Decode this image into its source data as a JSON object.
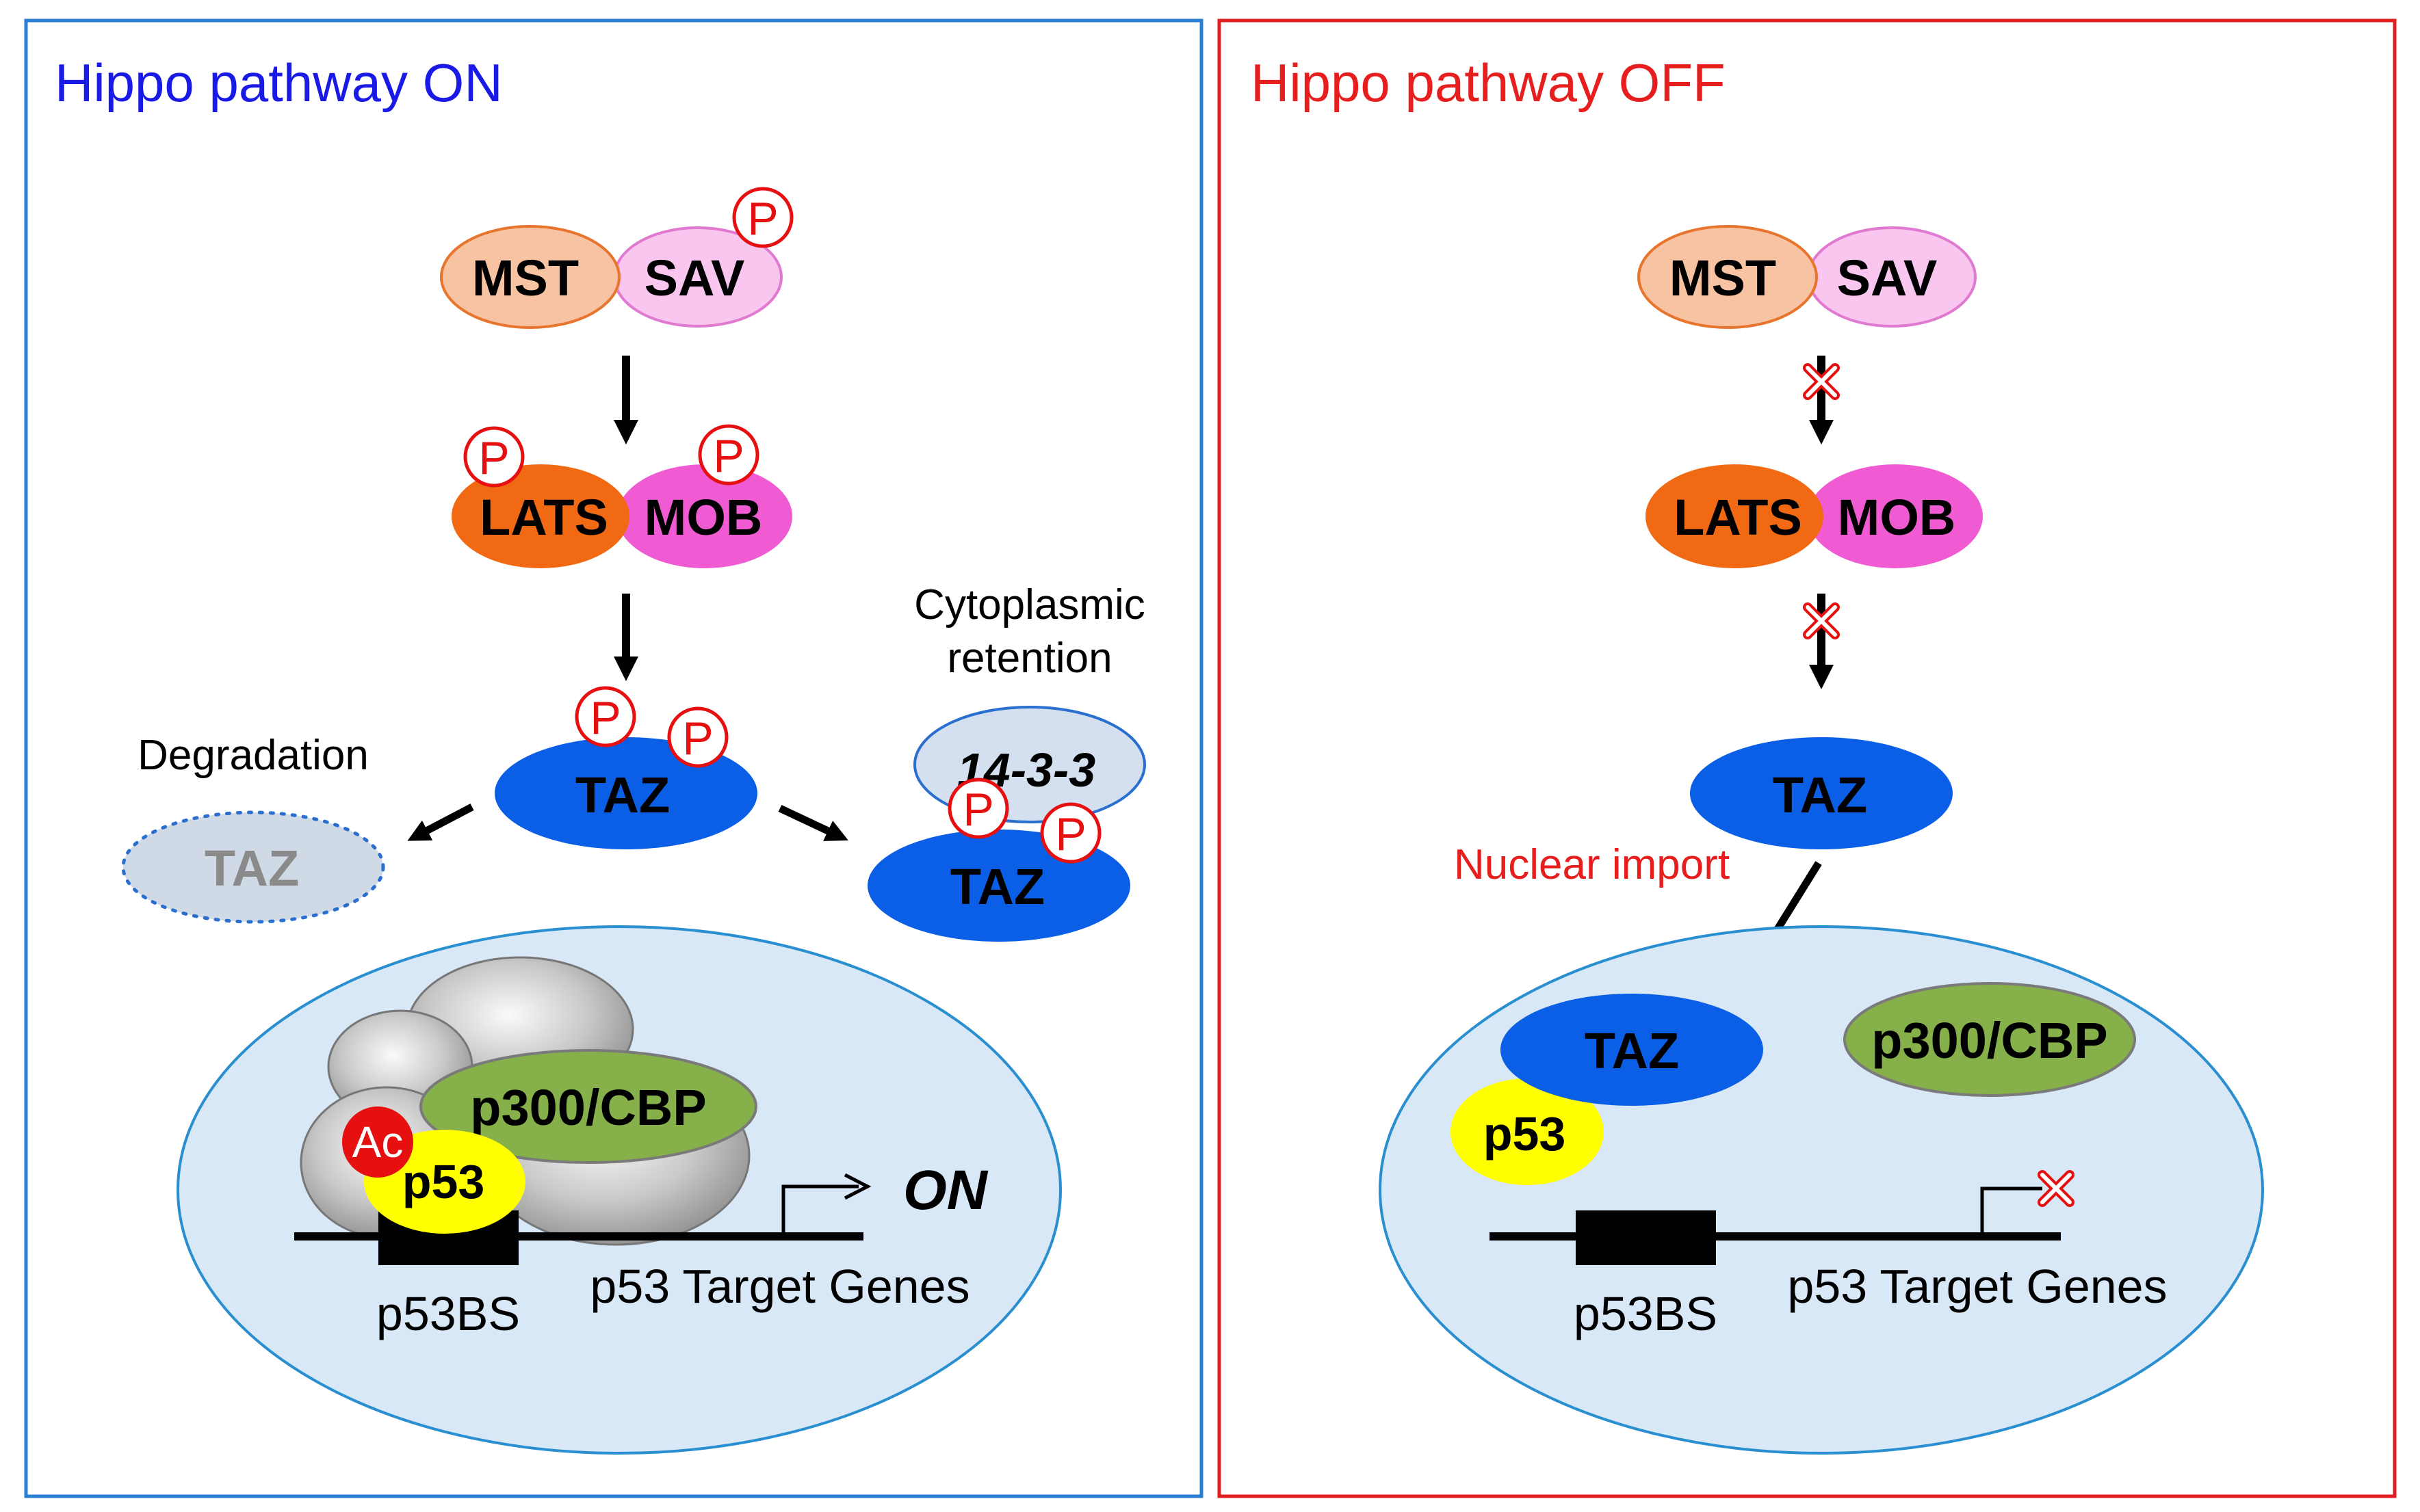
{
  "colors": {
    "on_accent": "#1a1ae6",
    "off_accent": "#e61e1e",
    "on_border": "#2a7fd4",
    "off_border": "#e02020",
    "mst": "#f8c3a2",
    "sav": "#f9c6f0",
    "lats": "#f16a13",
    "mob": "#f05ad2",
    "taz": "#0a5fe6",
    "taz_degraded": "#cfdae6",
    "p14_3_3": "#d4e0f0",
    "nucleus": "#d8e8f6",
    "p300": "#86b04a",
    "p53": "#ffff00",
    "ac": "#e61010",
    "phospho": "#e61010"
  },
  "panel_on": {
    "title": "Hippo pathway ON",
    "mst": "MST",
    "sav": "SAV",
    "lats": "LATS",
    "mob": "MOB",
    "taz": "TAZ",
    "phospho": "P",
    "degradation": "Degradation",
    "taz_degraded": "TAZ",
    "cytoplasmic_line1": "Cytoplasmic",
    "cytoplasmic_line2": "retention",
    "protein_14_3_3": "14-3-3",
    "taz_retained": "TAZ",
    "p300": "p300/CBP",
    "ac": "Ac",
    "p53": "p53",
    "on_label": "ON",
    "p53bs": "p53BS",
    "target_genes": "p53 Target Genes"
  },
  "panel_off": {
    "title": "Hippo pathway OFF",
    "mst": "MST",
    "sav": "SAV",
    "lats": "LATS",
    "mob": "MOB",
    "taz": "TAZ",
    "nuclear_import": "Nuclear import",
    "taz_nuclear": "TAZ",
    "p53": "p53",
    "p300": "p300/CBP",
    "p53bs": "p53BS",
    "target_genes": "p53 Target Genes"
  }
}
